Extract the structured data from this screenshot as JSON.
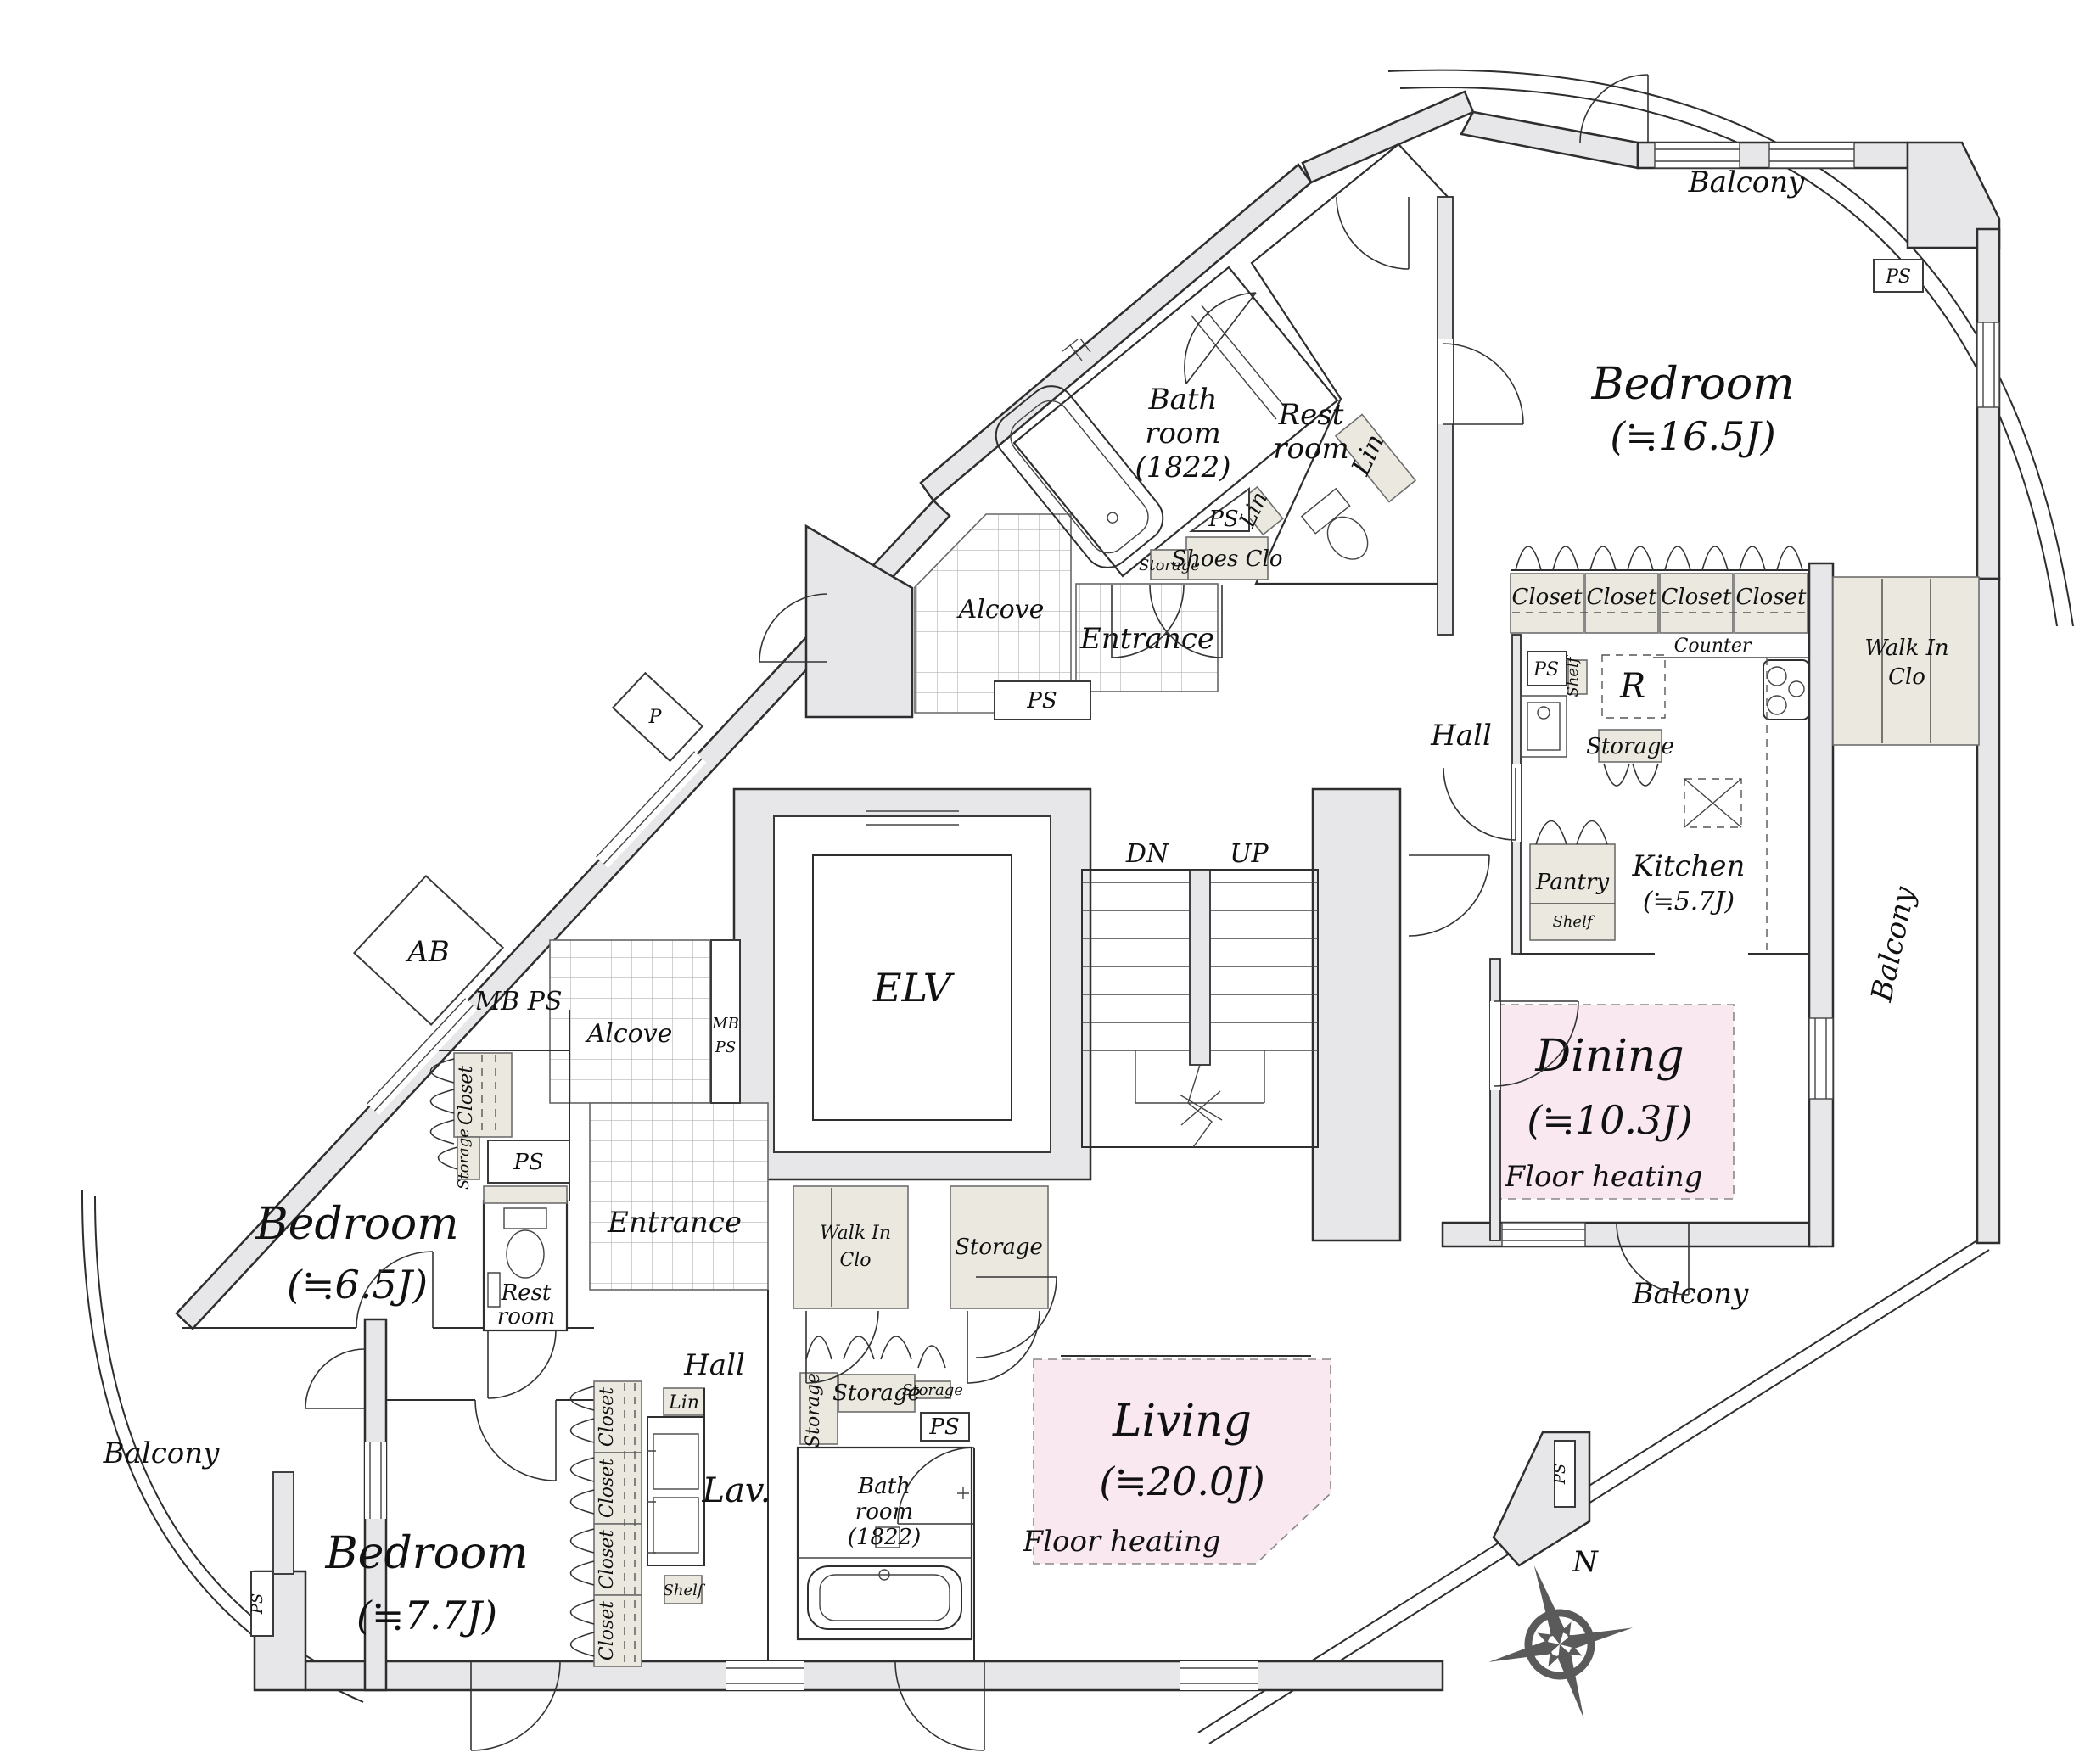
{
  "rooms": {
    "bedroom_main": {
      "name": "Bedroom",
      "size": "(≒16.5J)"
    },
    "bedroom_west": {
      "name": "Bedroom",
      "size": "(≒6.5J)"
    },
    "bedroom_south": {
      "name": "Bedroom",
      "size": "(≒7.7J)"
    },
    "dining": {
      "name": "Dining",
      "size": "(≒10.3J)",
      "note": "Floor heating"
    },
    "living": {
      "name": "Living",
      "size": "(≒20.0J)",
      "note": "Floor heating"
    },
    "kitchen": {
      "name": "Kitchen",
      "size": "(≒5.7J)"
    },
    "bath_top": {
      "l1": "Bath",
      "l2": "room",
      "l3": "(1822)"
    },
    "bath_south": {
      "l1": "Bath",
      "l2": "room",
      "l3": "(1822)"
    },
    "rest_top": {
      "l1": "Rest",
      "l2": "room"
    },
    "rest_west": {
      "l1": "Rest",
      "l2": "room"
    },
    "walkin_top": {
      "l1": "Walk In",
      "l2": "Clo"
    },
    "walkin_center": {
      "l1": "Walk In",
      "l2": "Clo"
    },
    "elv": "ELV",
    "lav": "Lav.",
    "pantry": "Pantry",
    "alcove": "Alcove",
    "entrance": "Entrance",
    "hall": "Hall",
    "balcony": "Balcony"
  },
  "labels": {
    "ps": "PS",
    "mb_ps": "MB PS",
    "mb": "MB",
    "lin": "Lin",
    "closet": "Closet",
    "storage": "Storage",
    "shelf": "Shelf",
    "shoes_clo": "Shoes Clo",
    "counter": "Counter",
    "refrigerator": "R",
    "ab": "AB",
    "p": "P",
    "dn": "DN",
    "up": "UP",
    "north": "N"
  },
  "colors": {
    "wall": "#e7e7e9",
    "fixture": "#eae8df",
    "floor_heating": "#f9e8ef",
    "line": "#2e2e2e"
  }
}
